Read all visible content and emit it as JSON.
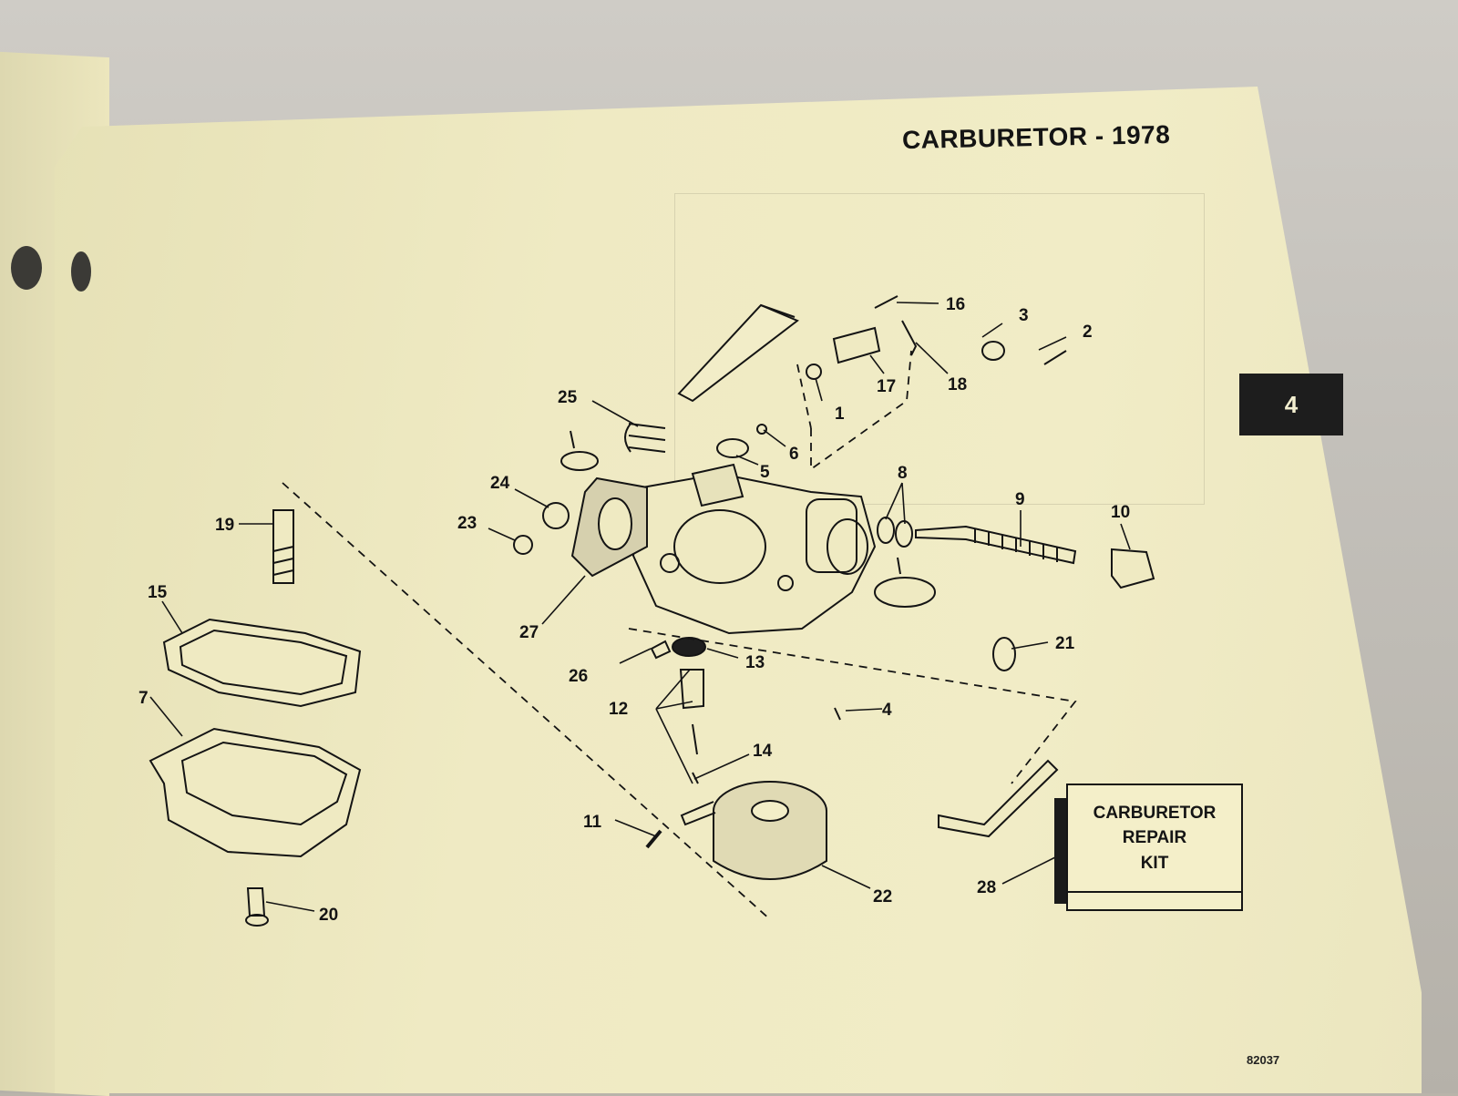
{
  "page": {
    "title": "CARBURETOR - 1978",
    "section_tab": "4",
    "figure_code": "82037",
    "repair_kit_label": "CARBURETOR\nREPAIR\nKIT"
  },
  "parts": [
    {
      "id": "1",
      "label": "1"
    },
    {
      "id": "2",
      "label": "2"
    },
    {
      "id": "3",
      "label": "3"
    },
    {
      "id": "4",
      "label": "4"
    },
    {
      "id": "5",
      "label": "5"
    },
    {
      "id": "6",
      "label": "6"
    },
    {
      "id": "7",
      "label": "7"
    },
    {
      "id": "8",
      "label": "8"
    },
    {
      "id": "9",
      "label": "9"
    },
    {
      "id": "10",
      "label": "10"
    },
    {
      "id": "11",
      "label": "11"
    },
    {
      "id": "12",
      "label": "12"
    },
    {
      "id": "13",
      "label": "13"
    },
    {
      "id": "14",
      "label": "14"
    },
    {
      "id": "15",
      "label": "15"
    },
    {
      "id": "16",
      "label": "16"
    },
    {
      "id": "17",
      "label": "17"
    },
    {
      "id": "18",
      "label": "18"
    },
    {
      "id": "19",
      "label": "19"
    },
    {
      "id": "20",
      "label": "20"
    },
    {
      "id": "21",
      "label": "21"
    },
    {
      "id": "22",
      "label": "22"
    },
    {
      "id": "23",
      "label": "23"
    },
    {
      "id": "24",
      "label": "24"
    },
    {
      "id": "25",
      "label": "25"
    },
    {
      "id": "26",
      "label": "26"
    },
    {
      "id": "27",
      "label": "27"
    },
    {
      "id": "28",
      "label": "28"
    }
  ]
}
